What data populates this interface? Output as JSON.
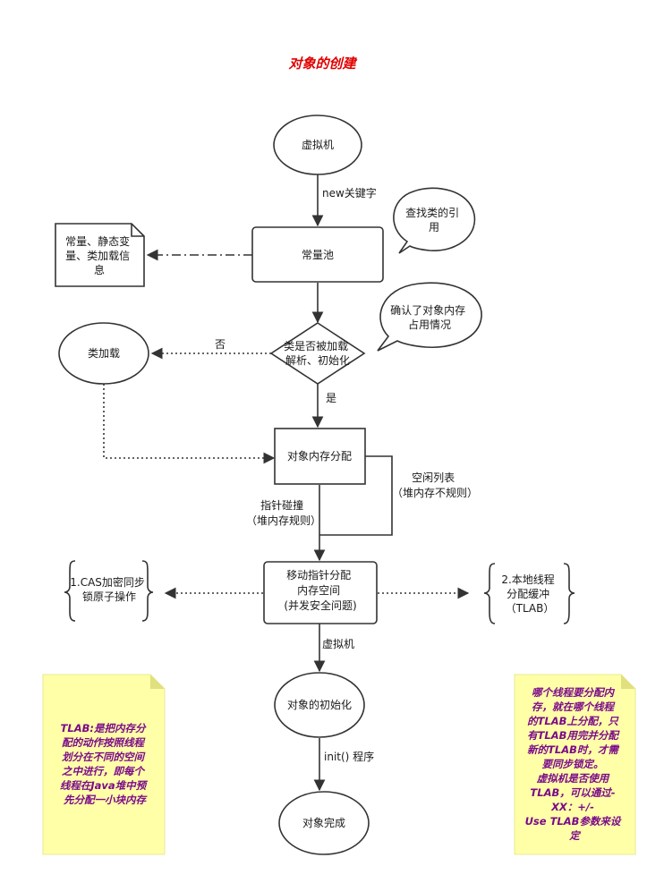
{
  "title": "对象的创建",
  "nodes": {
    "jvm": "虚拟机",
    "constant_pool": "常量池",
    "class_check": [
      "类是否被加载",
      "解析、初始化"
    ],
    "class_load": "类加载",
    "memory_alloc": "对象内存分配",
    "move_pointer": [
      "移动指针分配",
      "内存空间",
      "(并发安全问题)"
    ],
    "object_init": "对象的初始化",
    "object_done": "对象完成"
  },
  "notes": {
    "constant_info": [
      "常量、静态变",
      "量、类加载信",
      "息"
    ],
    "cas": [
      "1.CAS加密同步",
      "锁原子操作"
    ],
    "tlab_local": [
      "2.本地线程",
      "分配缓冲",
      "（TLAB）"
    ]
  },
  "callouts": {
    "find_ref": [
      "查找类的引",
      "用"
    ],
    "confirm_mem": [
      "确认了对象内存",
      "占用情况"
    ]
  },
  "edge_labels": {
    "new_keyword": "new关键字",
    "no": "否",
    "yes": "是",
    "pointer_bump": [
      "指针碰撞",
      "（堆内存规则）"
    ],
    "free_list": [
      "空闲列表",
      "（堆内存不规则）"
    ],
    "jvm2": "虚拟机",
    "init_prog": "init() 程序"
  },
  "sticky_notes": {
    "left": [
      "TLAB:是把内存分",
      "配的动作按照线程",
      "划分在不同的空间",
      "之中进行，即每个",
      "线程在Java堆中预",
      "先分配一小块内存"
    ],
    "right": [
      "哪个线程要分配内",
      "存，就在哪个线程",
      "的TLAB上分配，只",
      "有TLAB用完并分配",
      "新的TLAB时，才需",
      "要同步锁定。",
      "虚拟机是否使用",
      "TLAB，可以通过-",
      "XX：+/-",
      "Use TLAB参数来设",
      "定"
    ]
  },
  "colors": {
    "title": "#e00000",
    "sticky_fill": "#ffffa8",
    "sticky_text": "#7a0a8a",
    "stroke": "#333333"
  }
}
